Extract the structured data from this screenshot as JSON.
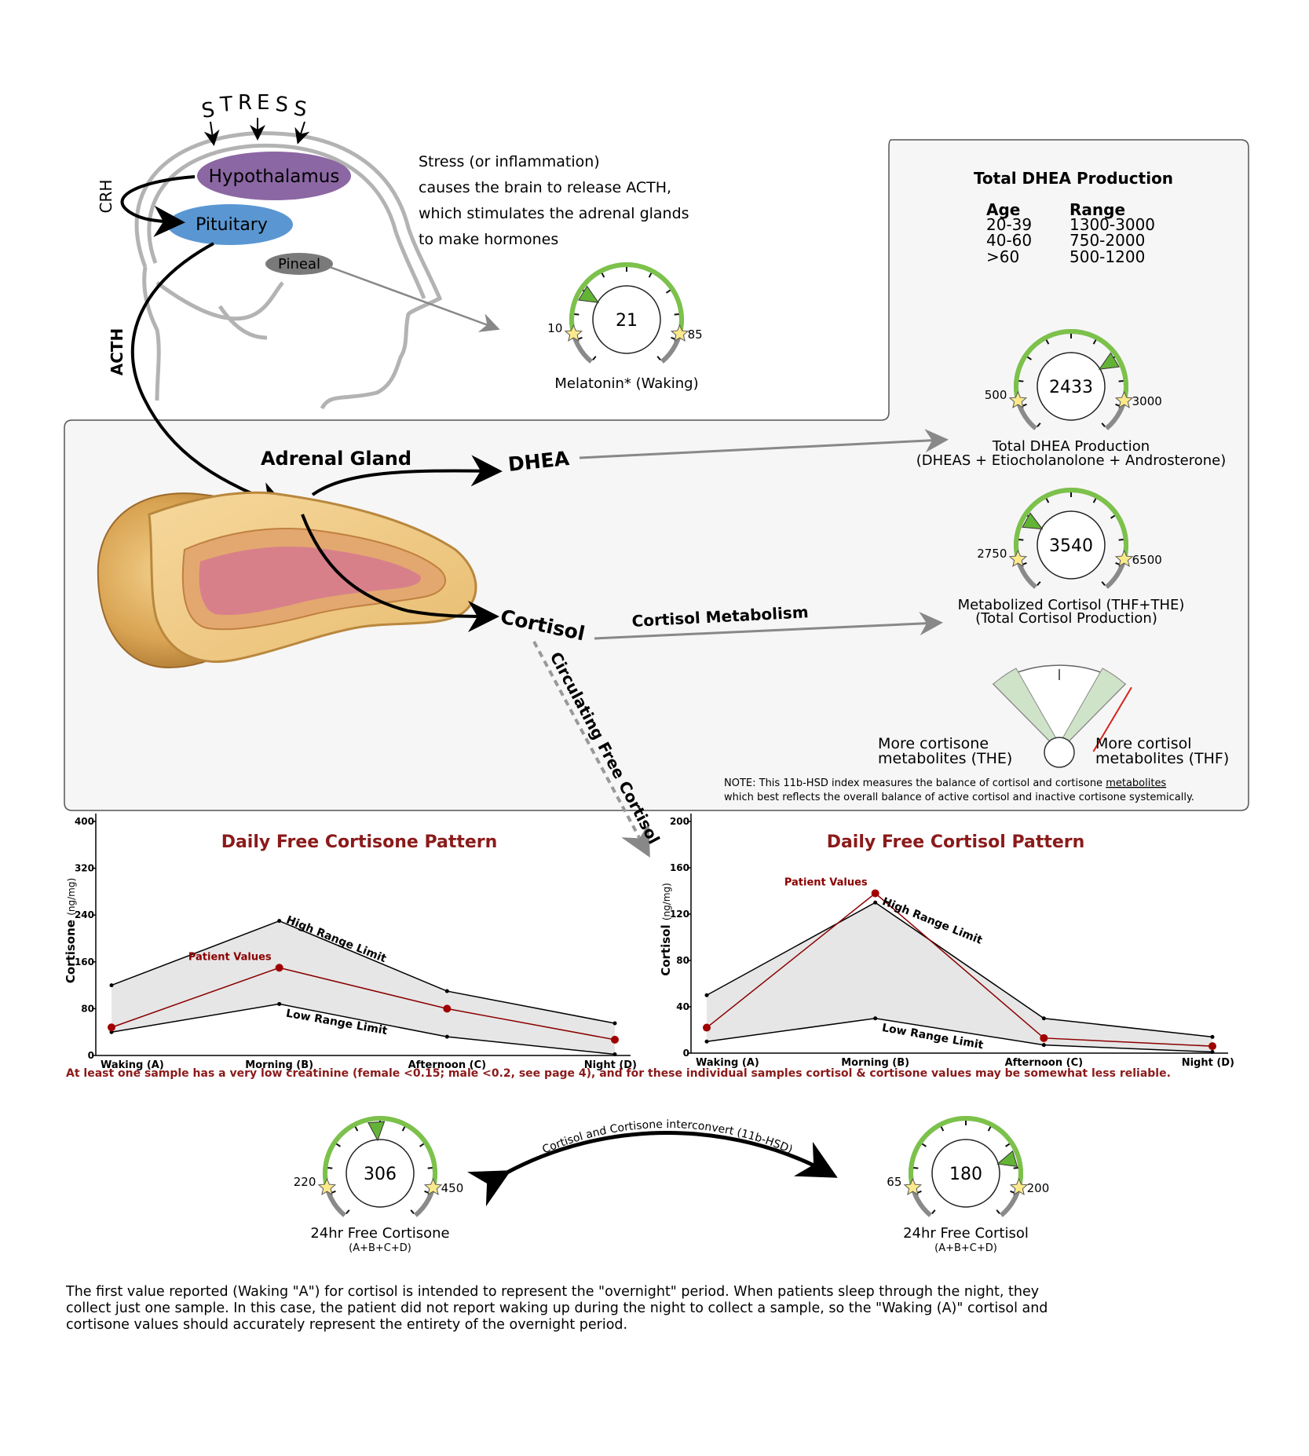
{
  "brain": {
    "stress_letters": [
      "S",
      "T",
      "R",
      "E",
      "S",
      "S"
    ],
    "hypothalamus": "Hypothalamus",
    "pituitary": "Pituitary",
    "pineal": "Pineal",
    "crh": "CRH",
    "acth": "ACTH"
  },
  "intro_text": [
    "Stress (or inflammation)",
    "causes the brain to release ACTH,",
    "which stimulates the adrenal glands",
    "to make hormones"
  ],
  "melatonin": {
    "value": "21",
    "low": "10",
    "high": "85",
    "label": "Melatonin* (Waking)",
    "fraction": 0.22
  },
  "dhea_table": {
    "title": "Total DHEA Production",
    "head_age": "Age",
    "head_range": "Range",
    "rows": [
      {
        "age": "20-39",
        "range": "1300-3000"
      },
      {
        "age": "40-60",
        "range": "750-2000"
      },
      {
        "age": ">60",
        "range": "500-1200"
      }
    ]
  },
  "dhea_gauge": {
    "value": "2433",
    "low": "500",
    "high": "3000",
    "label1": "Total DHEA Production",
    "label2": "(DHEAS + Etiocholanolone + Androsterone)",
    "fraction": 0.78
  },
  "cortisol_gauge": {
    "value": "3540",
    "low": "2750",
    "high": "6500",
    "label1": "Metabolized Cortisol (THF+THE)",
    "label2": "(Total Cortisol Production)",
    "fraction": 0.21
  },
  "flow": {
    "adrenal": "Adrenal Gland",
    "dhea": "DHEA",
    "cortisol": "Cortisol",
    "metabolism": "Cortisol Metabolism",
    "circulating": "Circulating Free Cortisol"
  },
  "hsd_meter": {
    "left_line1": "More cortisone",
    "left_line2": "metabolites (THE)",
    "right_line1": "More cortisol",
    "right_line2": "metabolites (THF)",
    "note_prefix": "NOTE: This 11b-HSD index measures the balance of cortisol and cortisone ",
    "note_link": "metabolites",
    "note_line2": "which best reflects the overall balance of active cortisol and inactive cortisone systemically.",
    "needle_fraction": 0.82
  },
  "chart_data": [
    {
      "type": "line",
      "title": "Daily Free Cortisone Pattern",
      "ylabel": "Cortisone",
      "ylabel_units": "(ng/mg)",
      "ylim": [
        0,
        400
      ],
      "yticks": [
        0,
        80,
        160,
        240,
        320,
        400
      ],
      "categories": [
        "Waking (A)",
        "Morning (B)",
        "Afternoon (C)",
        "Night (D)"
      ],
      "series": [
        {
          "name": "High Range Limit",
          "values": [
            120,
            230,
            110,
            55
          ],
          "color": "#000000"
        },
        {
          "name": "Low Range Limit",
          "values": [
            40,
            88,
            32,
            2
          ],
          "color": "#000000"
        },
        {
          "name": "Patient Values",
          "values": [
            48,
            150,
            80,
            27
          ],
          "color": "#8b0000"
        }
      ]
    },
    {
      "type": "line",
      "title": "Daily Free Cortisol Pattern",
      "ylabel": "Cortisol",
      "ylabel_units": "(ng/mg)",
      "ylim": [
        0,
        200
      ],
      "yticks": [
        0,
        40,
        80,
        120,
        160,
        200
      ],
      "categories": [
        "Waking (A)",
        "Morning (B)",
        "Afternoon (C)",
        "Night (D)"
      ],
      "series": [
        {
          "name": "High Range Limit",
          "values": [
            50,
            130,
            30,
            14
          ],
          "color": "#000000"
        },
        {
          "name": "Low Range Limit",
          "values": [
            10,
            30,
            7,
            1
          ],
          "color": "#000000"
        },
        {
          "name": "Patient Values",
          "values": [
            22,
            138,
            13,
            6
          ],
          "color": "#8b0000"
        }
      ]
    }
  ],
  "warning": "At least one sample has a very low creatinine (female <0.15; male <0.2, see page 4), and for these individual samples cortisol & cortisone values may be somewhat less reliable.",
  "cortisone_24": {
    "value": "306",
    "low": "220",
    "high": "450",
    "label": "24hr Free Cortisone",
    "sub": "(A+B+C+D)",
    "fraction": 0.48
  },
  "cortisol_24": {
    "value": "180",
    "low": "65",
    "high": "200",
    "label": "24hr Free Cortisol",
    "sub": "(A+B+C+D)",
    "fraction": 0.85
  },
  "interconvert": "Cortisol and Cortisone interconvert (11b-HSD)",
  "footer": [
    "The first value reported (Waking \"A\") for cortisol is intended to represent the \"overnight\" period. When patients sleep through the night, they",
    "collect just one sample. In this case, the patient did not report waking up during the night to collect a sample, so the \"Waking (A)\" cortisol and",
    "cortisone values should accurately represent the entirety of the overnight period."
  ]
}
